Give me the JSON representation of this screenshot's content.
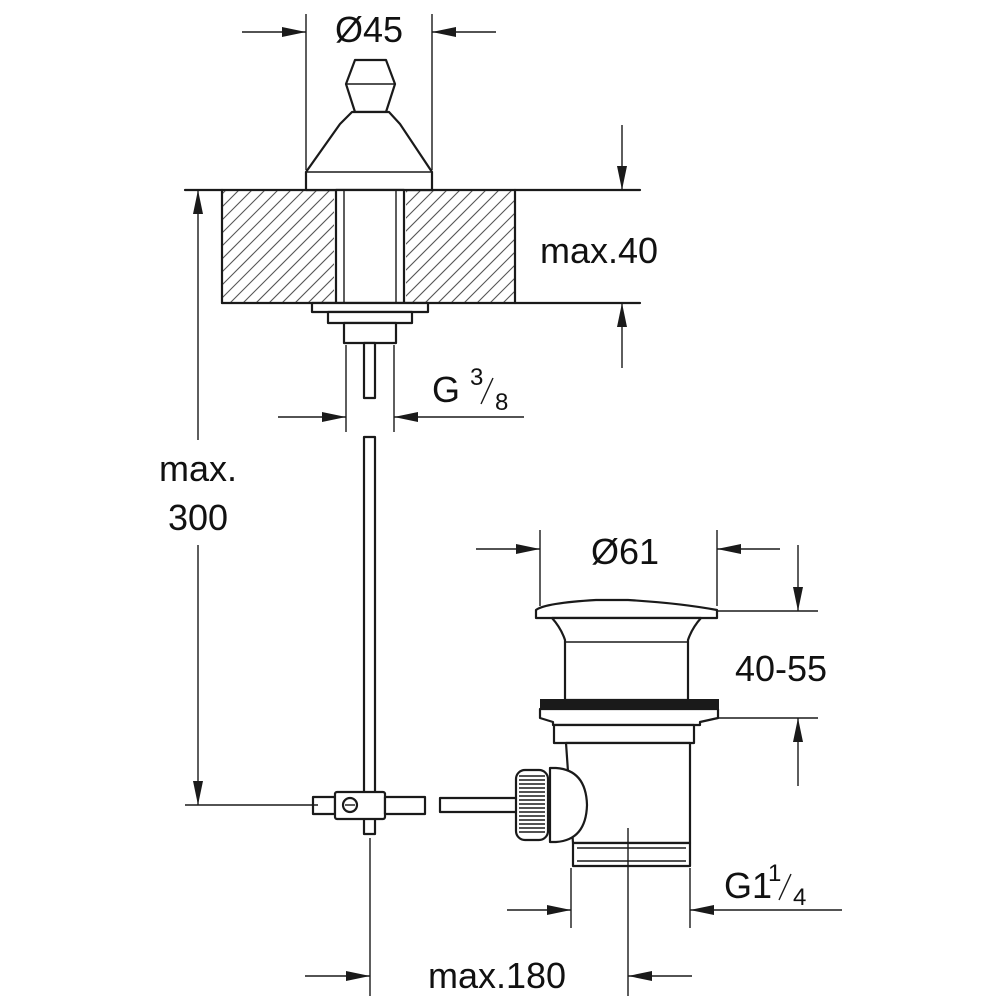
{
  "labels": {
    "flange_diameter": "Ø45",
    "mount_thickness": "max.40",
    "rod_thread": "G",
    "rod_thread_num": "3",
    "rod_thread_den": "8",
    "rod_length_line1": "max.",
    "rod_length_line2": "300",
    "waste_diameter": "Ø61",
    "waste_height": "40-55",
    "waste_thread": "G1",
    "waste_thread_num": "1",
    "waste_thread_den": "4",
    "horizontal_reach": "max.180"
  },
  "colors": {
    "line": "#1a1a1a",
    "hatch": "#555555",
    "background": "#ffffff",
    "seal": "#1a1a1a"
  }
}
